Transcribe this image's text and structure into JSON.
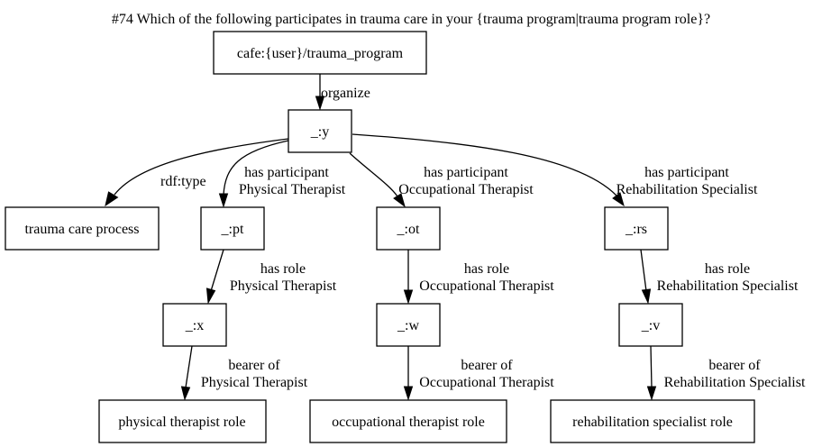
{
  "title": "#74 Which of the following participates in trauma care in your {trauma program|trauma program role}?",
  "nodes": {
    "root": "cafe:{user}/trauma_program",
    "y": "_:y",
    "tcp": "trauma care process",
    "pt": "_:pt",
    "ot": "_:ot",
    "rs": "_:rs",
    "x": "_:x",
    "w": "_:w",
    "v": "_:v",
    "ptrole": "physical therapist role",
    "otrole": "occupational therapist role",
    "rsrole": "rehabilitation specialist role"
  },
  "edges": {
    "organize": "organize",
    "rdftype": "rdf:type",
    "pt_1": "has participant",
    "pt_2": "Physical Therapist",
    "ot_1": "has participant",
    "ot_2": "Occupational Therapist",
    "rs_1": "has participant",
    "rs_2": "Rehabilitation Specialist",
    "x_1": "has role",
    "x_2": "Physical Therapist",
    "w_1": "has role",
    "w_2": "Occupational Therapist",
    "v_1": "has role",
    "v_2": "Rehabilitation Specialist",
    "ptb_1": "bearer of",
    "ptb_2": "Physical Therapist",
    "otb_1": "bearer of",
    "otb_2": "Occupational Therapist",
    "rsb_1": "bearer of",
    "rsb_2": "Rehabilitation Specialist"
  }
}
